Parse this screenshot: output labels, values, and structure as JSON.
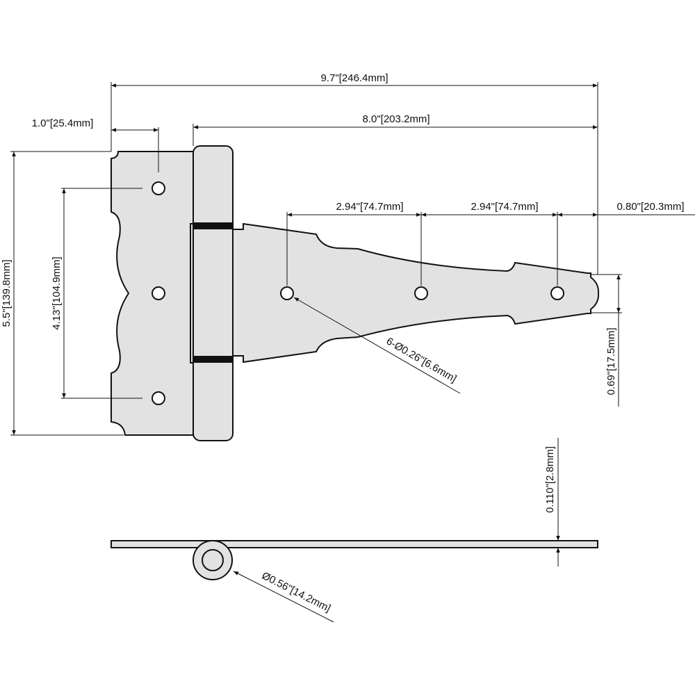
{
  "dimensions": {
    "overall_length": "9.7\"[246.4mm]",
    "strap_length": "8.0\"[203.2mm]",
    "leaf_hole_offset": "1.0\"[25.4mm]",
    "leaf_height": "5.5\"[139.8mm]",
    "leaf_hole_spacing": "4.13\"[104.9mm]",
    "strap_hole_spacing_1": "2.94\"[74.7mm]",
    "strap_hole_spacing_2": "2.94\"[74.7mm]",
    "strap_end_offset": "0.80\"[20.3mm]",
    "strap_tip_width": "0.69\"[17.5mm]",
    "hole_callout": "6-Ø0.26\"[6.6mm]",
    "thickness": "0.110\"[2.8mm]",
    "knuckle_diameter": "Ø0.56\"[14.2mm]"
  },
  "colors": {
    "part_fill": "#e2e2e2",
    "line": "#111111"
  }
}
